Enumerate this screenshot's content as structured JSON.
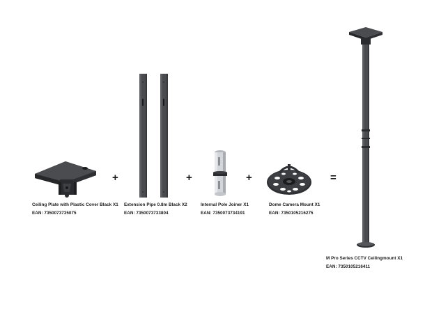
{
  "components": [
    {
      "name": "Ceiling Plate with Plastic Cover Black X1",
      "ean": "EAN: 7350073735075"
    },
    {
      "name": "Extension Pipe 0.8m Black X2",
      "ean": "EAN: 7350073733804"
    },
    {
      "name": "Internal Pole Joiner X1",
      "ean": "EAN: 7350073734191"
    },
    {
      "name": "Dome Camera Mount X1",
      "ean": "EAN: 7350105216275"
    }
  ],
  "result": {
    "name": "M Pro Series CCTV Ceilingmount X1",
    "ean": "EAN: 7350105216411"
  },
  "operators": {
    "plus": "+",
    "equals": "="
  },
  "colors": {
    "dark": "#2e2f32",
    "pipe": "#4a4b4f",
    "metal": "#c9ccd0"
  }
}
